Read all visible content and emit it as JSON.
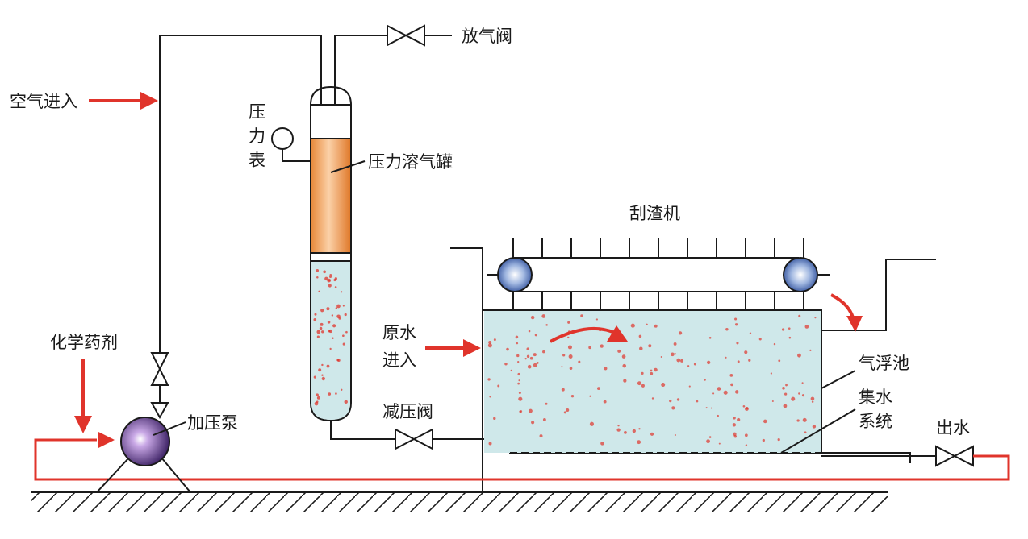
{
  "labels": {
    "vent_valve": "放气阀",
    "air_in": "空气进入",
    "gauge_1": "压",
    "gauge_2": "力",
    "gauge_3": "表",
    "tank": "压力溶气罐",
    "scraper": "刮渣机",
    "raw_water_1": "原水",
    "raw_water_2": "进入",
    "chemical": "化学药剂",
    "pump": "加压泵",
    "reducing_valve": "减压阀",
    "flotation_tank": "气浮池",
    "collector_1": "集水",
    "collector_2": "系统",
    "outlet": "出水"
  },
  "colors": {
    "line": "#1a1a1a",
    "red": "#e0342b",
    "water": "#cfe8ea",
    "tank_orange": "#f0a060",
    "roller_blue": "#4a6fb5",
    "pump_purple": "#5b3a8c"
  },
  "icons": {
    "valve": "valve-icon",
    "pump": "pump-icon",
    "gauge": "gauge-icon",
    "roller": "roller-icon"
  }
}
